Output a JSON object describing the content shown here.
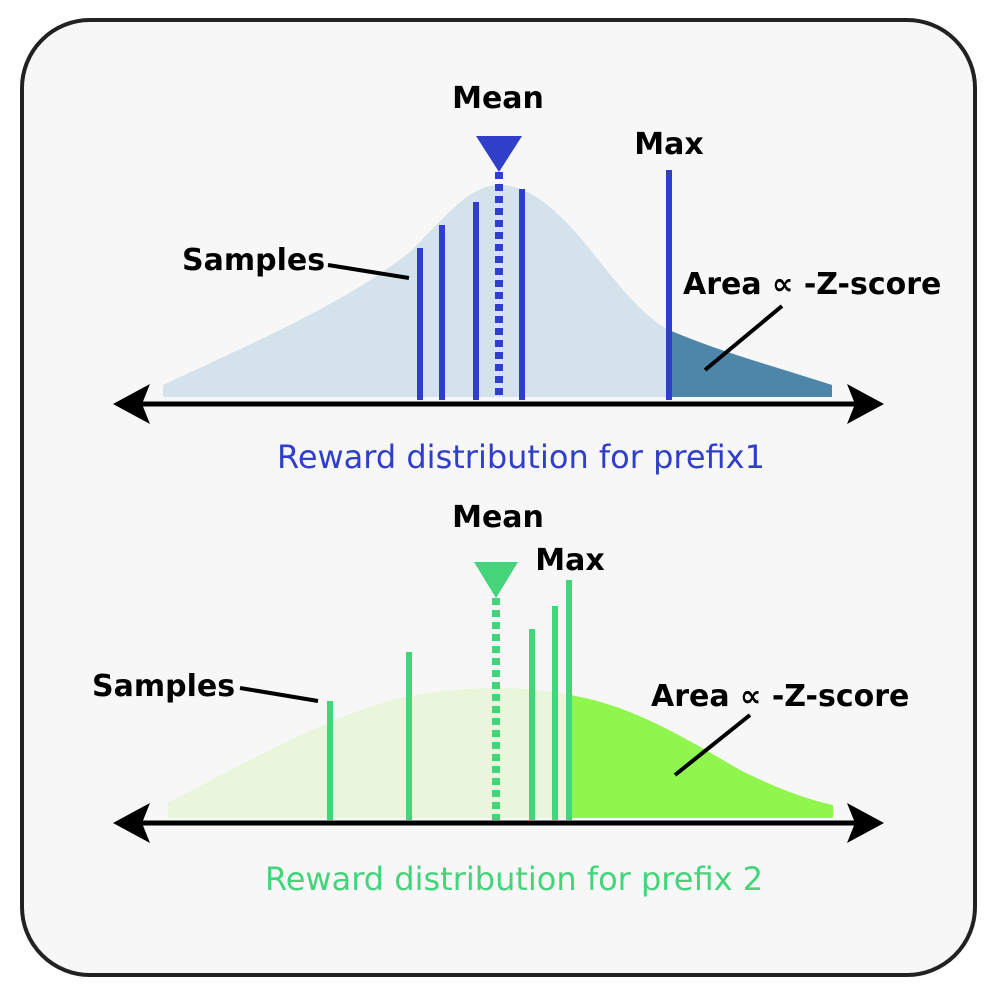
{
  "colors": {
    "frame_fill": "#f7f7f7",
    "frame_stroke": "#222222",
    "axis": "#000000",
    "blue_curve": "#d4e2ec",
    "blue_tail": "#4d86a9",
    "blue_line": "#2f3fc9",
    "green_curve": "#eaf6dc",
    "green_tail": "#8ef64d",
    "green_line": "#44d47a",
    "text": "#000000"
  },
  "panel1": {
    "title": "Reward distribution for prefix1",
    "mean_label": "Mean",
    "max_label": "Max",
    "samples_label": "Samples",
    "area_label": "Area ∝ -Z-score",
    "mean_marker_icon": "down-triangle-icon"
  },
  "panel2": {
    "title": "Reward distribution for prefix 2",
    "mean_label": "Mean",
    "max_label": "Max",
    "samples_label": "Samples",
    "area_label": "Area ∝ -Z-score",
    "mean_marker_icon": "down-triangle-icon"
  }
}
